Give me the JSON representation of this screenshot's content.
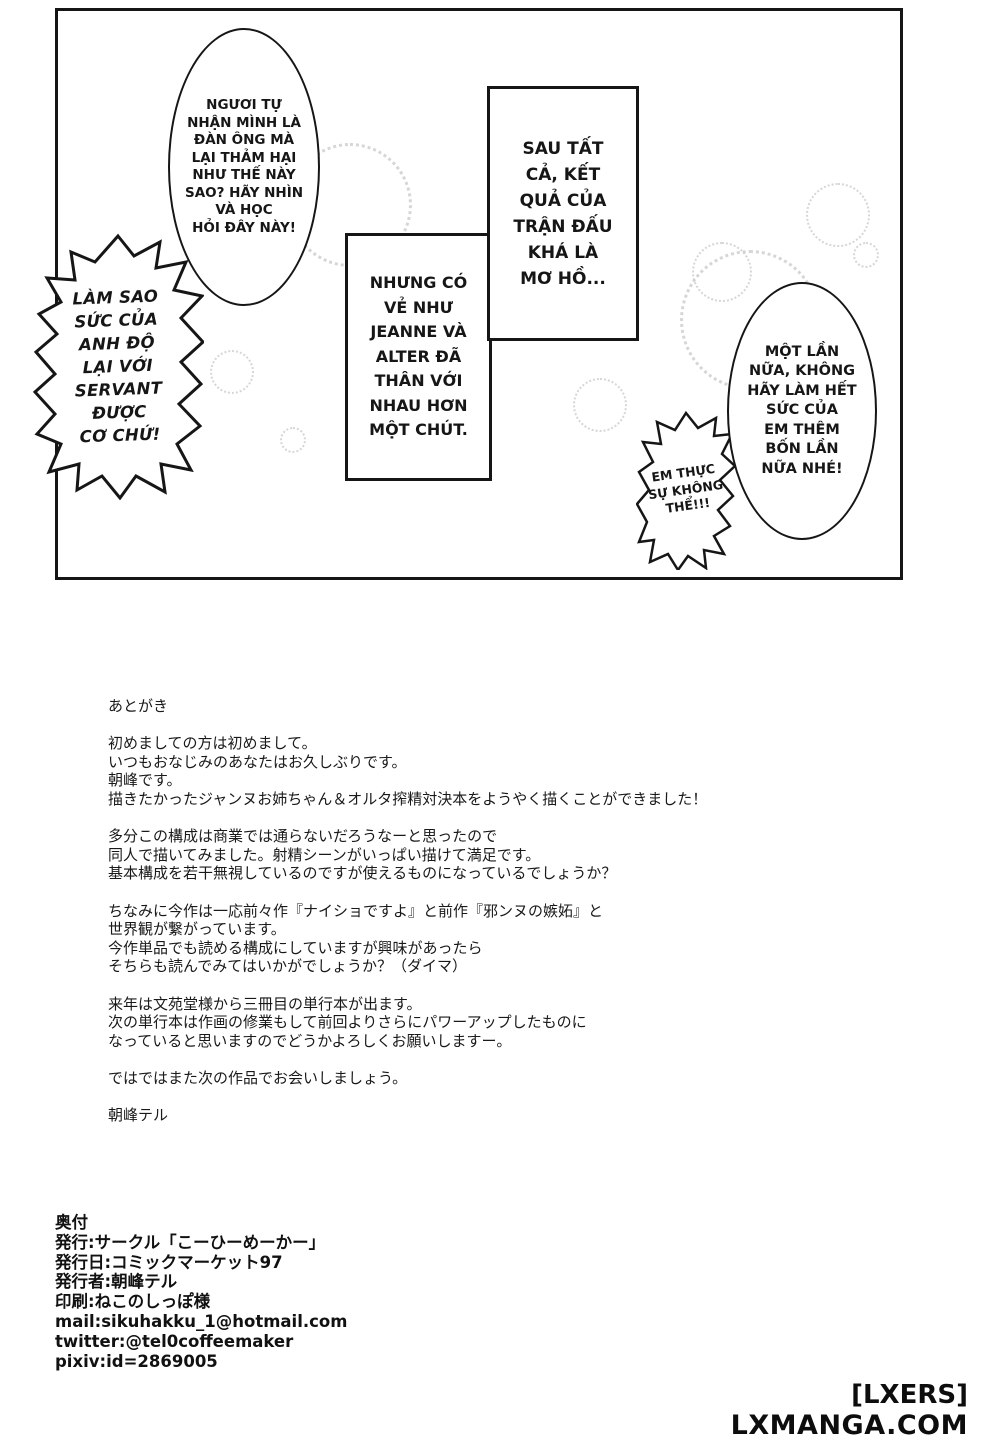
{
  "colors": {
    "ink": "#161616",
    "paper": "#ffffff",
    "tone": "#c6c6c6"
  },
  "panel": {
    "bubbles": {
      "burst_left": "LÀM SAO\nSỨC CỦA\nANH ĐỘ\nLẠI VỚI\nSERVANT\nĐƯỢC\nCƠ CHỨ!",
      "ellipse_left": "NGƯƠI TỰ\nNHẬN MÌNH LÀ\nĐÀN ÔNG MÀ\nLẠI THẢM HẠI\nNHƯ THẾ NÀY\nSAO? HÃY NHÌN\nVÀ HỌC\nHỎI ĐÂY NÀY!",
      "rect_center": "NHƯNG CÓ\nVẺ NHƯ\nJEANNE VÀ\nALTER ĐÃ\nTHÂN VỚI\nNHAU HƠN\nMỘT CHÚT.",
      "rect_top": "SAU TẤT\nCẢ, KẾT\nQUẢ CỦA\nTRẬN ĐẤU\nKHÁ LÀ\nMƠ HỒ...",
      "burst_small": "EM THỰC\nSỰ KHÔNG\nTHỂ!!!",
      "ellipse_right": "MỘT LẦN\nNỮA, KHÔNG\nHÃY LÀM HẾT\nSỨC CỦA\nEM THÊM\nBỐN LẦN\nNỮA NHÉ!"
    }
  },
  "afterword": {
    "text": "あとがき\n\n初めましての方は初めまして。\nいつもおなじみのあなたはお久しぶりです。\n朝峰です。\n描きたかったジャンヌお姉ちゃん＆オルタ搾精対決本をようやく描くことができました！\n\n多分この構成は商業では通らないだろうなーと思ったので\n同人で描いてみました。射精シーンがいっぱい描けて満足です。\n基本構成を若干無視しているのですが使えるものになっているでしょうか？\n\nちなみに今作は一応前々作『ナイショですよ』と前作『邪ンヌの嫉妬』と\n世界観が繋がっています。\n今作単品でも読める構成にしていますが興味があったら\nそちらも読んでみてはいかがでしょうか？（ダイマ）\n\n来年は文苑堂様から三冊目の単行本が出ます。\n次の単行本は作画の修業もして前回よりさらにパワーアップしたものに\nなっていると思いますのでどうかよろしくお願いしますー。\n\nではではまた次の作品でお会いしましょう。\n\n朝峰テル"
  },
  "colophon": {
    "text": "奥付\n発行:サークル「こーひーめーかー」\n発行日:コミックマーケット97\n発行者:朝峰テル\n印刷:ねこのしっぽ様\nmail:sikuhakku_1@hotmail.com\ntwitter:@tel0coffeemaker\npixiv:id=2869005"
  },
  "watermark": {
    "line1": "[LXERS]",
    "line2": "LXMANGA.COM"
  }
}
